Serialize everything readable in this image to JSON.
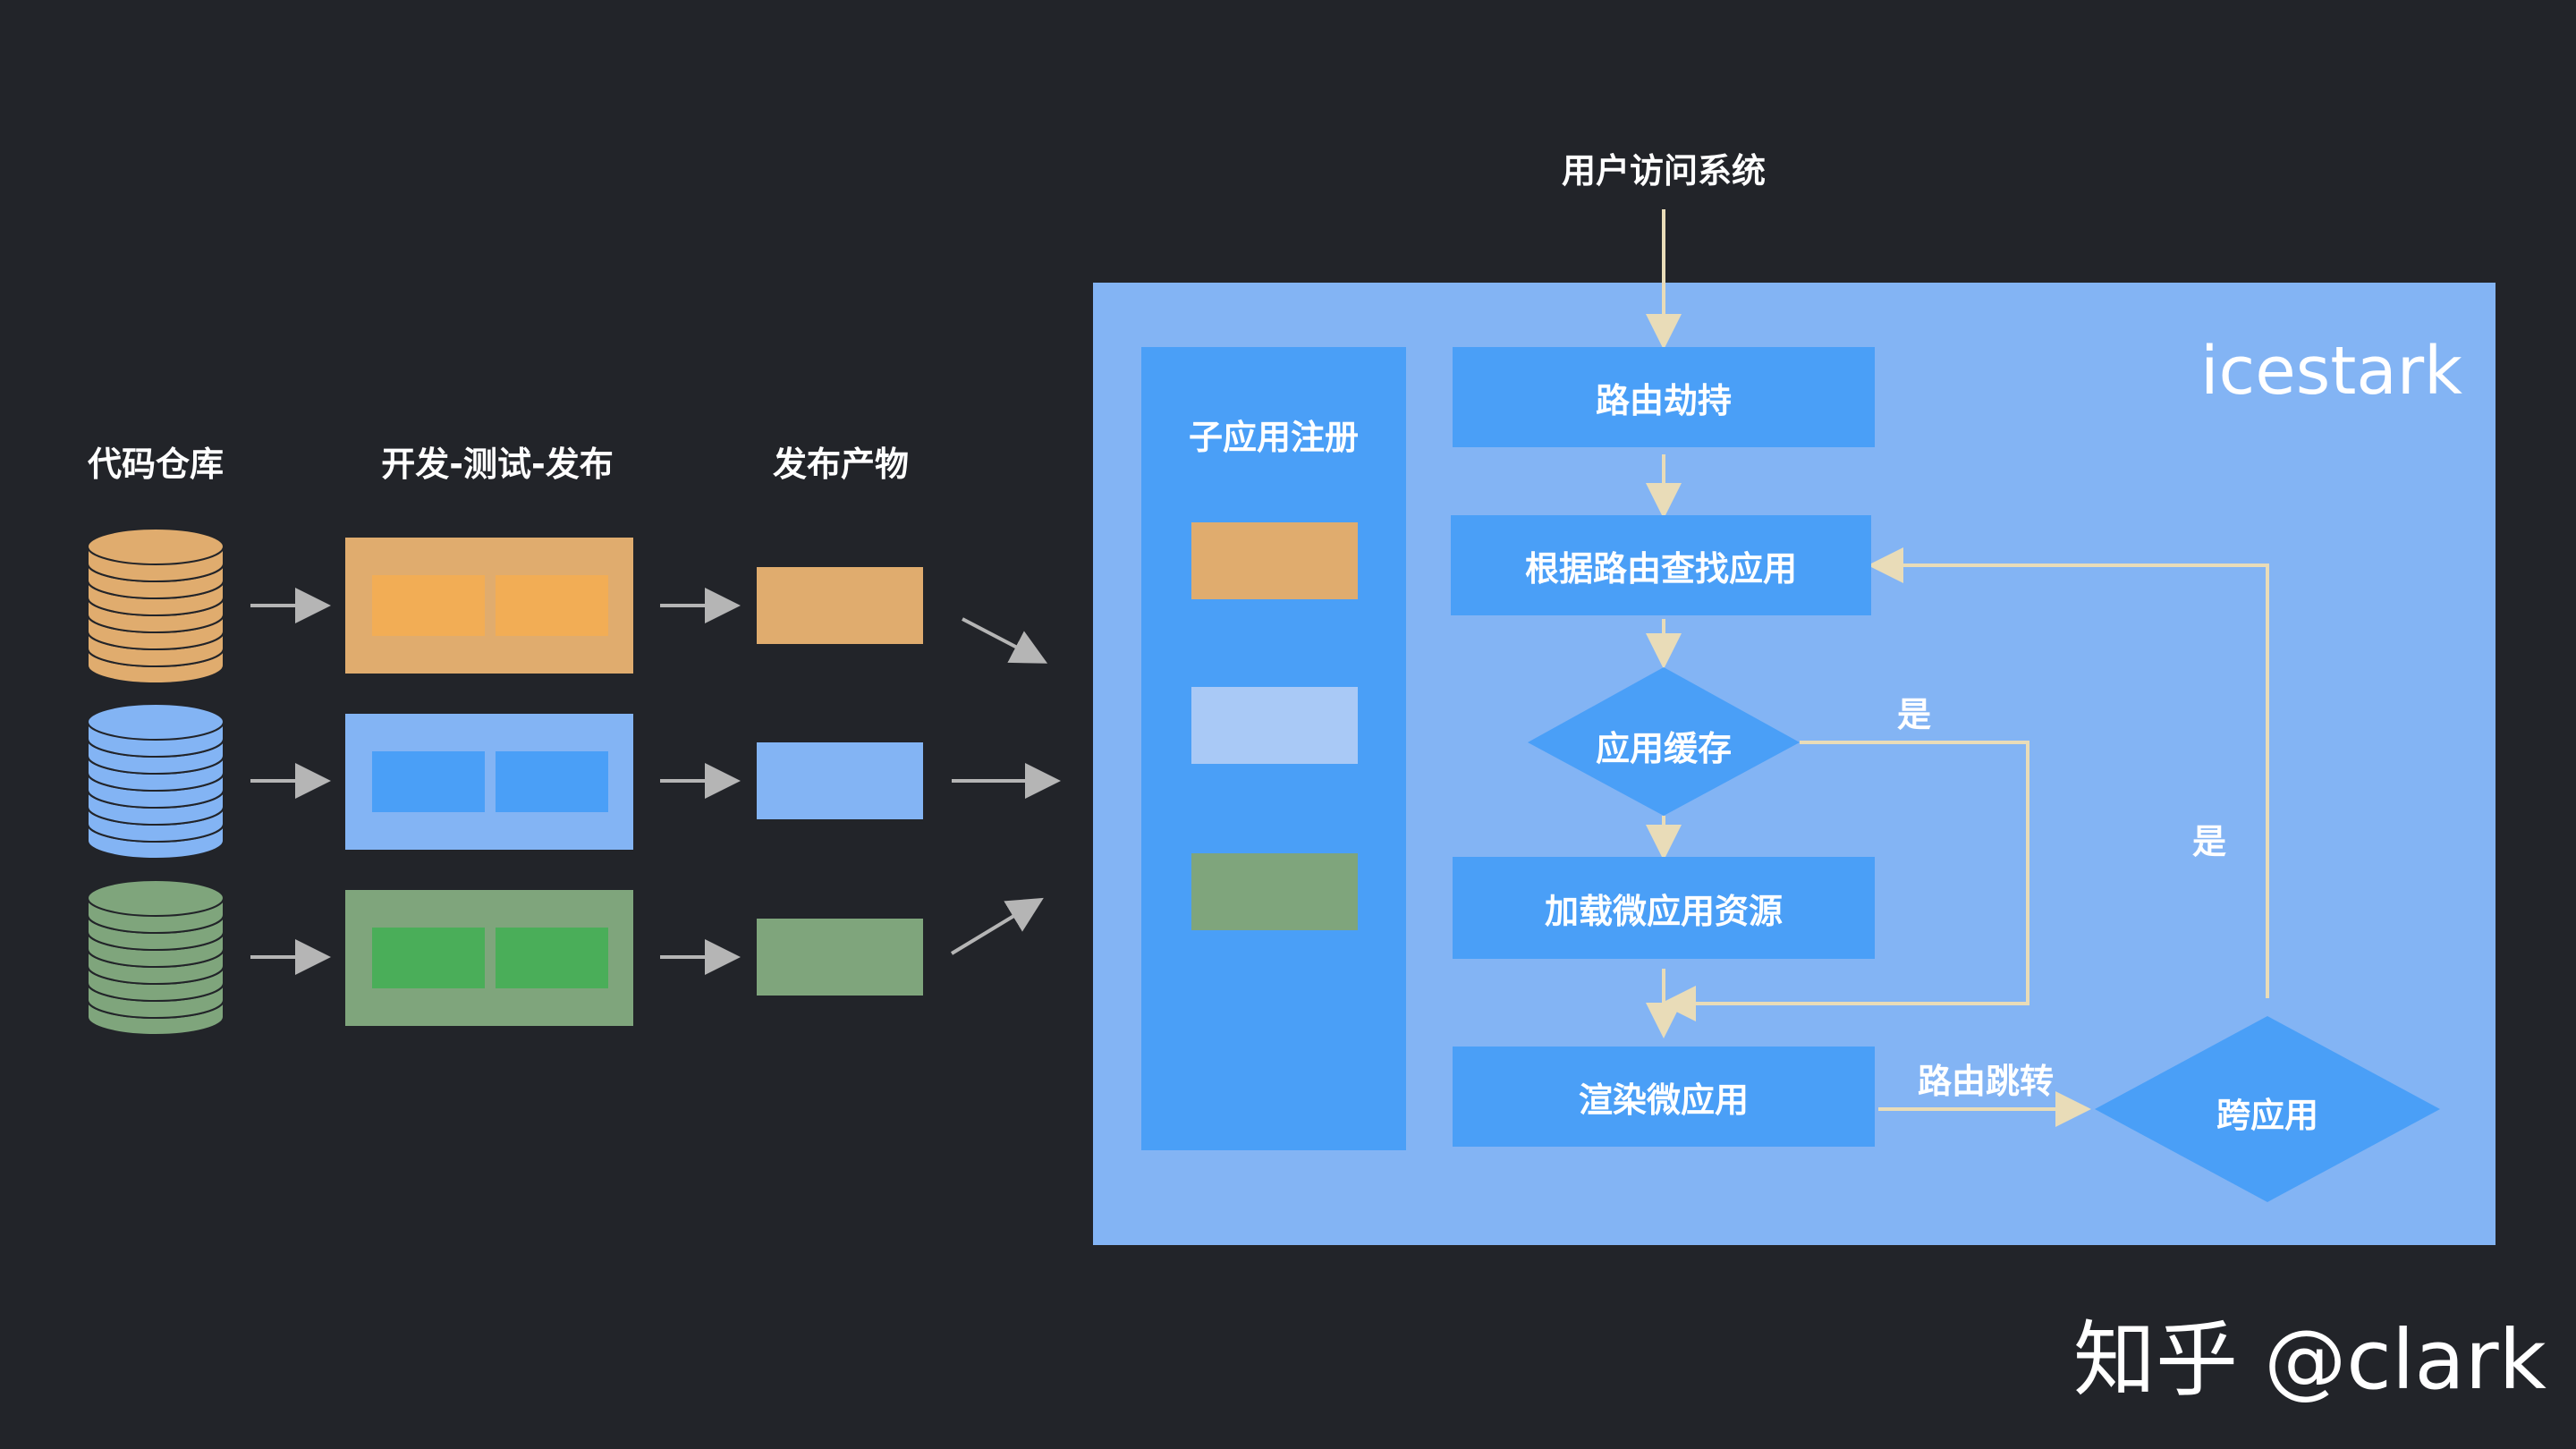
{
  "pipeline": {
    "column_titles": [
      "代码仓库",
      "开发-测试-发布",
      "发布产物"
    ],
    "rows": [
      {
        "color": "#e0ac6e",
        "inner": "#f2ad55"
      },
      {
        "color": "#83b4f4",
        "inner": "#4a9ff7"
      },
      {
        "color": "#7fa57c",
        "inner": "#4aae59"
      }
    ]
  },
  "entry_label": "用户访问系统",
  "icestark": {
    "brand": "icestark",
    "background": "#83b4f4",
    "register_panel_title": "子应用注册",
    "register_slots": [
      "#e0ac6e",
      "#a9c9f6",
      "#7fa57c"
    ],
    "steps": {
      "hijack": "路由劫持",
      "lookup": "根据路由查找应用",
      "cache": "应用缓存",
      "load": "加载微应用资源",
      "render": "渲染微应用",
      "cross": "跨应用"
    },
    "edge_labels": {
      "cache_yes": "是",
      "cross_yes": "是",
      "route_jump": "路由跳转"
    }
  },
  "watermark": "知乎 @clark"
}
